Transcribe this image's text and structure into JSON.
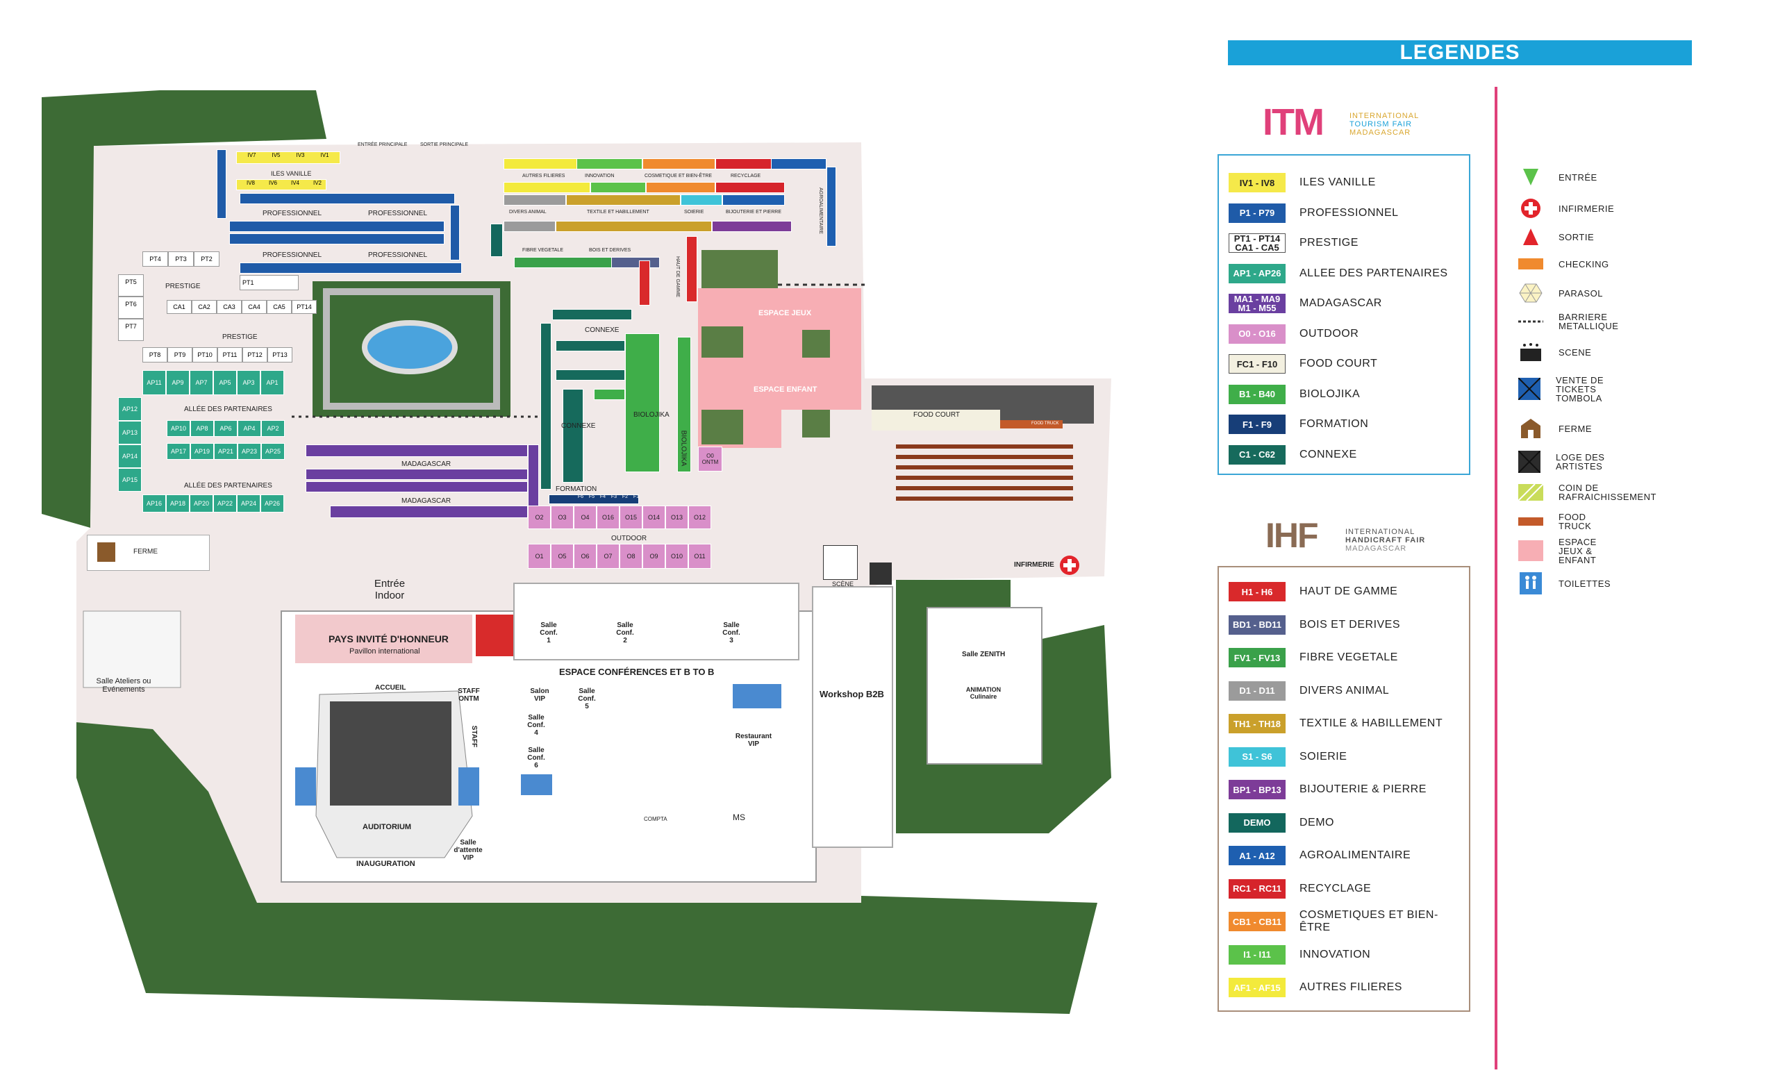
{
  "map": {
    "entrances": {
      "main_entry": "ENTRÉE PRINCIPALE",
      "main_exit": "SORTIE PRINCIPALE"
    },
    "zones": {
      "iles_vanille": "ILES VANILLE",
      "professionnel": "PROFESSIONNEL",
      "prestige": "PRESTIGE",
      "allee_partenaires": "ALLÉE DES PARTENAIRES",
      "madagascar": "MADAGASCAR",
      "connexe": "CONNEXE",
      "biolojika": "BIOLOJIKA",
      "formation": "FORMATION",
      "outdoor": "OUTDOOR",
      "espace_jeux": "ESPACE JEUX",
      "espace_enfant": "ESPACE ENFANT",
      "food_court": "FOOD COURT",
      "food_truck": "FOOD TRUCK",
      "infirmerie": "INFIRMERIE",
      "ferme": "FERME",
      "scene": "SCÈNE",
      "haut_de_gamme": "HAUT DE GAMME",
      "autres_filieres": "AUTRES FILIERES",
      "innovation": "INNOVATION",
      "cosmetique": "COSMETIQUE ET BIEN-ÊTRE",
      "recyclage": "RECYCLAGE",
      "divers_animal": "DIVERS ANIMAL",
      "textile": "TEXTILE ET HABILLEMENT",
      "soierie": "SOIERIE",
      "bijouterie": "BIJOUTERIE ET PIERRE",
      "fibre_vegetale": "FIBRE VEGETALE",
      "bois_derives": "BOIS ET DERIVES",
      "agroalimentaire": "AGROALIMENTAIRE",
      "ontm": "ONTM",
      "o0": "O0"
    },
    "building": {
      "entree_indoor": "Entrée Indoor",
      "pays_invite": "PAYS INVITÉ D'HONNEUR",
      "pavillon": "Pavillon international",
      "salle_ateliers": "Salle Ateliers ou Evénements",
      "accueil": "ACCUEIL",
      "staff_ontm": "STAFF ONTM",
      "staff": "STAFF",
      "auditorium": "AUDITORIUM",
      "inauguration": "INAUGURATION",
      "salle_attente_vip": "Salle d'attente VIP",
      "salon_vip": "Salon VIP",
      "conf1": "Salle Conf. 1",
      "conf2": "Salle Conf. 2",
      "conf3": "Salle Conf. 3",
      "conf4": "Salle Conf. 4",
      "conf5": "Salle Conf. 5",
      "conf6": "Salle Conf. 6",
      "espace_conf": "ESPACE CONFÉRENCES ET B TO B",
      "restaurant_vip": "Restaurant VIP",
      "workshop": "Workshop B2B",
      "compta": "COMPTA",
      "ms": "MS",
      "zenith": "Salle ZENITH",
      "animation": "ANIMATION Culinaire"
    },
    "booth_labels": {
      "iv": [
        "IV7",
        "IV5",
        "IV3",
        "IV1",
        "IV8",
        "IV6",
        "IV4",
        "IV2"
      ],
      "pt_top": [
        "PT4",
        "PT3",
        "PT2"
      ],
      "pt_left": [
        "PT5",
        "PT6",
        "PT7"
      ],
      "pt1": "PT1",
      "ca": [
        "CA1",
        "CA2",
        "CA3",
        "CA4",
        "CA5",
        "PT14"
      ],
      "pt_row": [
        "PT8",
        "PT9",
        "PT10",
        "PT11",
        "PT12",
        "PT13"
      ],
      "ap_row1": [
        "AP11",
        "AP9",
        "AP7",
        "AP5",
        "AP3",
        "AP1"
      ],
      "ap_left": [
        "AP12",
        "AP13",
        "AP14",
        "AP15"
      ],
      "ap_row2": [
        "AP10",
        "AP8",
        "AP6",
        "AP4",
        "AP2"
      ],
      "ap_row3": [
        "AP17",
        "AP19",
        "AP21",
        "AP23",
        "AP25"
      ],
      "ap_row4": [
        "AP16",
        "AP18",
        "AP20",
        "AP22",
        "AP24",
        "AP26"
      ],
      "outdoor_top": [
        "O2",
        "O3",
        "O4",
        "O16",
        "O15",
        "O14",
        "O13",
        "O12"
      ],
      "outdoor_bottom": [
        "O1",
        "O5",
        "O6",
        "O7",
        "O8",
        "O9",
        "O10",
        "O11"
      ],
      "formation_row": [
        "F6",
        "F5",
        "F4",
        "F3",
        "F2",
        "F1"
      ]
    }
  },
  "legend": {
    "title": "LEGENDES",
    "itm": {
      "logo": "ITM",
      "line1": "INTERNATIONAL",
      "line2": "TOURISM FAIR",
      "line3": "MADAGASCAR"
    },
    "itm_items": [
      {
        "code": "IV1 - IV8",
        "label": "ILES VANILLE",
        "color": "#f5e94a",
        "text_color": "#222"
      },
      {
        "code": "P1 - P79",
        "label": "PROFESSIONNEL",
        "color": "#1f5ba8",
        "text_color": "#fff"
      },
      {
        "code": "PT1 - PT14 CA1 - CA5",
        "label": "PRESTIGE",
        "color": "#ffffff",
        "text_color": "#222"
      },
      {
        "code": "AP1 - AP26",
        "label": "ALLEE DES PARTENAIRES",
        "color": "#2ea88a",
        "text_color": "#fff"
      },
      {
        "code": "MA1 - MA9 M1 - M55",
        "label": "MADAGASCAR",
        "color": "#6a3fa0",
        "text_color": "#fff"
      },
      {
        "code": "O0 - O16",
        "label": "OUTDOOR",
        "color": "#d98fc9",
        "text_color": "#fff"
      },
      {
        "code": "FC1 - F10",
        "label": "FOOD COURT",
        "color": "#f3f0e0",
        "text_color": "#222"
      },
      {
        "code": "B1 - B40",
        "label": "BIOLOJIKA",
        "color": "#3fae49",
        "text_color": "#fff"
      },
      {
        "code": "F1 - F9",
        "label": "FORMATION",
        "color": "#173e78",
        "text_color": "#fff"
      },
      {
        "code": "C1 - C62",
        "label": "CONNEXE",
        "color": "#166a5c",
        "text_color": "#fff"
      }
    ],
    "ihf": {
      "logo": "IHF",
      "line1": "INTERNATIONAL",
      "line2": "HANDICRAFT FAIR",
      "line3": "MADAGASCAR"
    },
    "ihf_items": [
      {
        "code": "H1 - H6",
        "label": "HAUT DE GAMME",
        "color": "#d9292b",
        "text_color": "#fff"
      },
      {
        "code": "BD1 - BD11",
        "label": "BOIS ET DERIVES",
        "color": "#55608d",
        "text_color": "#fff"
      },
      {
        "code": "FV1 - FV13",
        "label": "FIBRE VEGETALE",
        "color": "#3aa14a",
        "text_color": "#fff"
      },
      {
        "code": "D1 - D11",
        "label": "DIVERS ANIMAL",
        "color": "#9b9b9b",
        "text_color": "#fff"
      },
      {
        "code": "TH1 - TH18",
        "label": "TEXTILE & HABILLEMENT",
        "color": "#caa02b",
        "text_color": "#fff"
      },
      {
        "code": "S1 - S6",
        "label": "SOIERIE",
        "color": "#3fc3d8",
        "text_color": "#fff"
      },
      {
        "code": "BP1 - BP13",
        "label": "BIJOUTERIE & PIERRE",
        "color": "#7d3c98",
        "text_color": "#fff"
      },
      {
        "code": "DEMO",
        "label": "DEMO",
        "color": "#13675d",
        "text_color": "#fff"
      },
      {
        "code": "A1 - A12",
        "label": "AGROALIMENTAIRE",
        "color": "#1e5fb0",
        "text_color": "#fff"
      },
      {
        "code": "RC1 - RC11",
        "label": "RECYCLAGE",
        "color": "#d6242b",
        "text_color": "#fff"
      },
      {
        "code": "CB1 - CB11",
        "label": "COSMETIQUES ET BIEN-ÊTRE",
        "color": "#f08a2e",
        "text_color": "#fff"
      },
      {
        "code": "I1 - I11",
        "label": "INNOVATION",
        "color": "#5bc24a",
        "text_color": "#fff"
      },
      {
        "code": "AF1 - AF15",
        "label": "AUTRES FILIERES",
        "color": "#f3ea3c",
        "text_color": "#fff"
      }
    ],
    "icons": [
      {
        "icon": "entry-triangle-icon",
        "label": "ENTRÉE"
      },
      {
        "icon": "first-aid-icon",
        "label": "INFIRMERIE"
      },
      {
        "icon": "exit-triangle-icon",
        "label": "SORTIE"
      },
      {
        "icon": "checking-icon",
        "label": "CHECKING"
      },
      {
        "icon": "parasol-icon",
        "label": "PARASOL"
      },
      {
        "icon": "barrier-icon",
        "label": "BARRIERE METALLIQUE"
      },
      {
        "icon": "scene-icon",
        "label": "SCENE"
      },
      {
        "icon": "tombola-icon",
        "label": "VENTE DE TICKETS TOMBOLA"
      },
      {
        "icon": "farm-icon",
        "label": "FERME"
      },
      {
        "icon": "artist-lodge-icon",
        "label": "LOGE DES ARTISTES"
      },
      {
        "icon": "refreshment-icon",
        "label": "COIN DE RAFRAICHISSEMENT"
      },
      {
        "icon": "food-truck-icon",
        "label": "FOOD TRUCK"
      },
      {
        "icon": "games-kids-icon",
        "label": "ESPACE JEUX & ENFANT"
      },
      {
        "icon": "toilets-icon",
        "label": "TOILETTES"
      }
    ],
    "colors": {
      "accent": "#1aa1d8",
      "divider": "#e0407a",
      "grass": "#3d6b35",
      "ground": "#f1e9e8",
      "pink_zone": "#f7aeb4"
    }
  }
}
